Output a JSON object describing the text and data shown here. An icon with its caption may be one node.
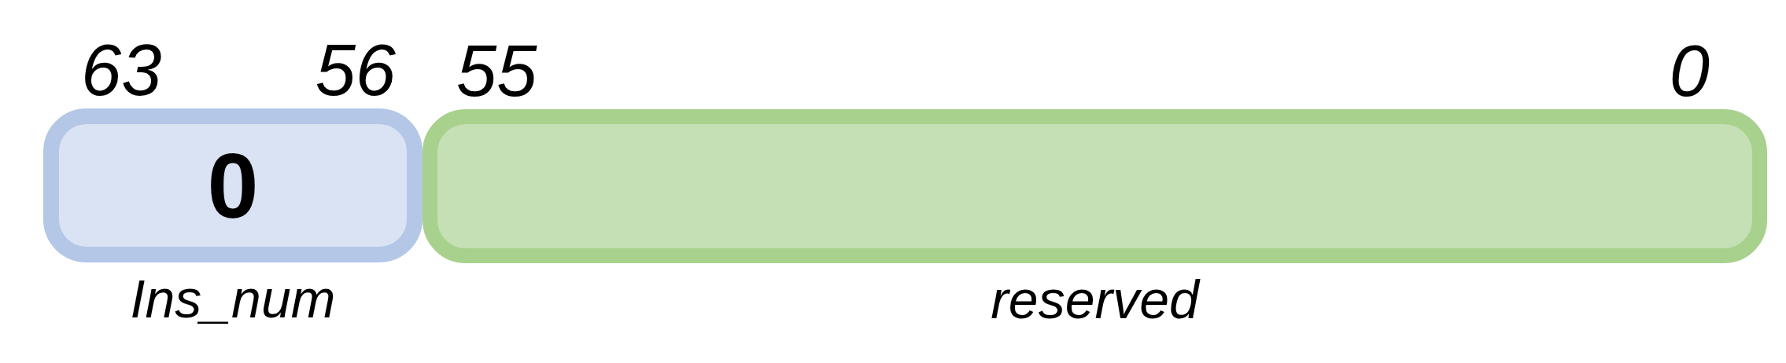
{
  "diagram": {
    "nodes": [
      {
        "text": [
          "0"
        ],
        "beside": [
          "63",
          "56",
          "Ins_num"
        ]
      },
      {
        "text": [],
        "shape": "box",
        "beside": [
          "55",
          "0",
          "reserved"
        ]
      }
    ]
  }
}
